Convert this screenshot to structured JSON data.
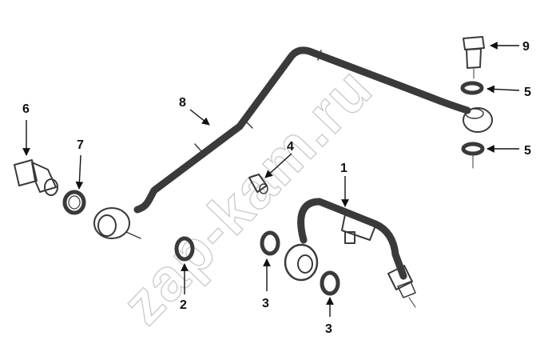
{
  "watermark": "zap-kam.ru",
  "callouts": {
    "c1": "1",
    "c2": "2",
    "c3a": "3",
    "c3b": "3",
    "c4": "4",
    "c5a": "5",
    "c5b": "5",
    "c6": "6",
    "c7": "7",
    "c8": "8",
    "c9": "9"
  },
  "colors": {
    "ink": "#3a3a3a",
    "watermark": "#c9c9c9",
    "background": "#ffffff"
  }
}
